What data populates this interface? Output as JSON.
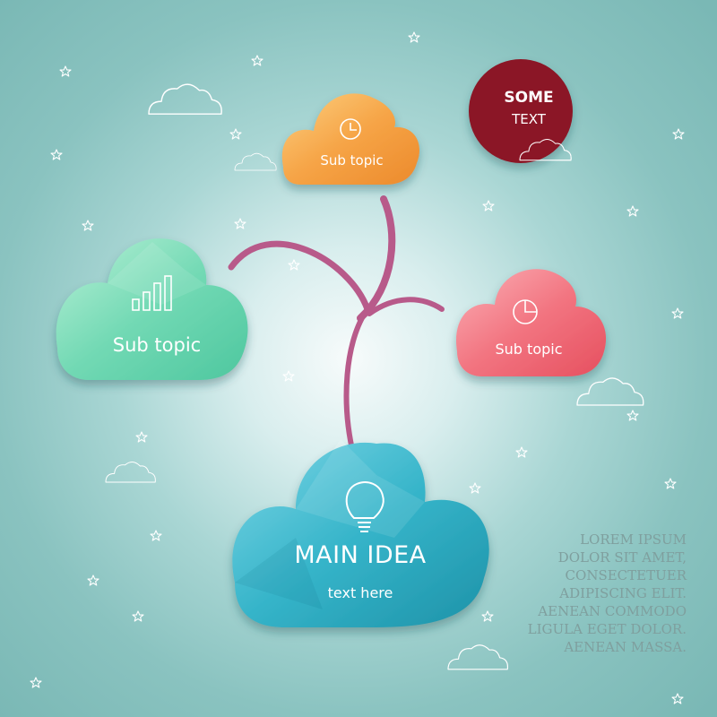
{
  "main_idea": {
    "title": "MAIN IDEA",
    "subtitle": "text here",
    "color": "#2fb0c4",
    "icon": "lightbulb-icon"
  },
  "subtopics": [
    {
      "label": "Sub topic",
      "color": "#f5a04a",
      "icon": "clock-icon"
    },
    {
      "label": "Sub topic",
      "color": "#6fd8b2",
      "icon": "bar-chart-icon"
    },
    {
      "label": "Sub topic",
      "color": "#f2737f",
      "icon": "pie-chart-icon"
    }
  ],
  "badge": {
    "line1": "SOME",
    "line2": "TEXT",
    "color": "#8b1826"
  },
  "body_text": [
    "LOREM IPSUM",
    "DOLOR SIT AMET,",
    "CONSECTETUER",
    "ADIPISCING ELIT.",
    "AENEAN COMMODO",
    "LIGULA EGET DOLOR.",
    "AENEAN MASSA."
  ],
  "colors": {
    "background": "#8ac3c0",
    "connector": "#b85a8a",
    "outline": "#ffffff",
    "body_text": "#7f9f9e"
  }
}
